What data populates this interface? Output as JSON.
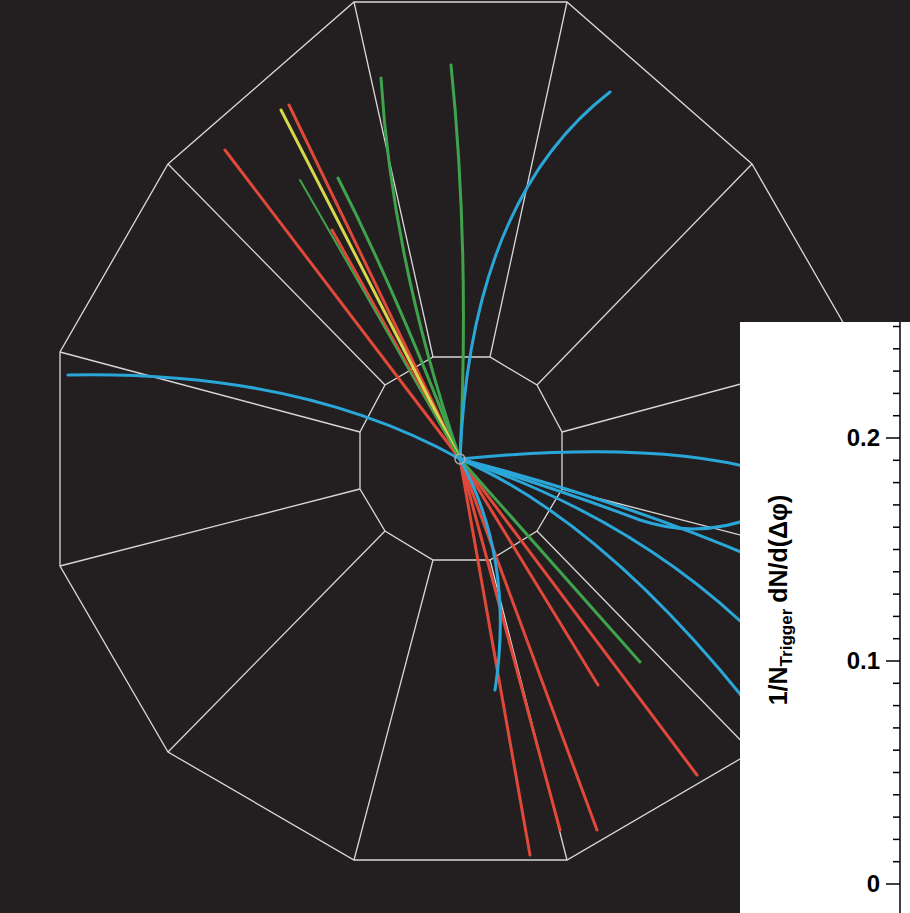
{
  "diagram": {
    "labels": [
      "1/N",
      "Trigger",
      "dN/d(Δφ)",
      "0.2",
      "0.1",
      "0"
    ]
  }
}
